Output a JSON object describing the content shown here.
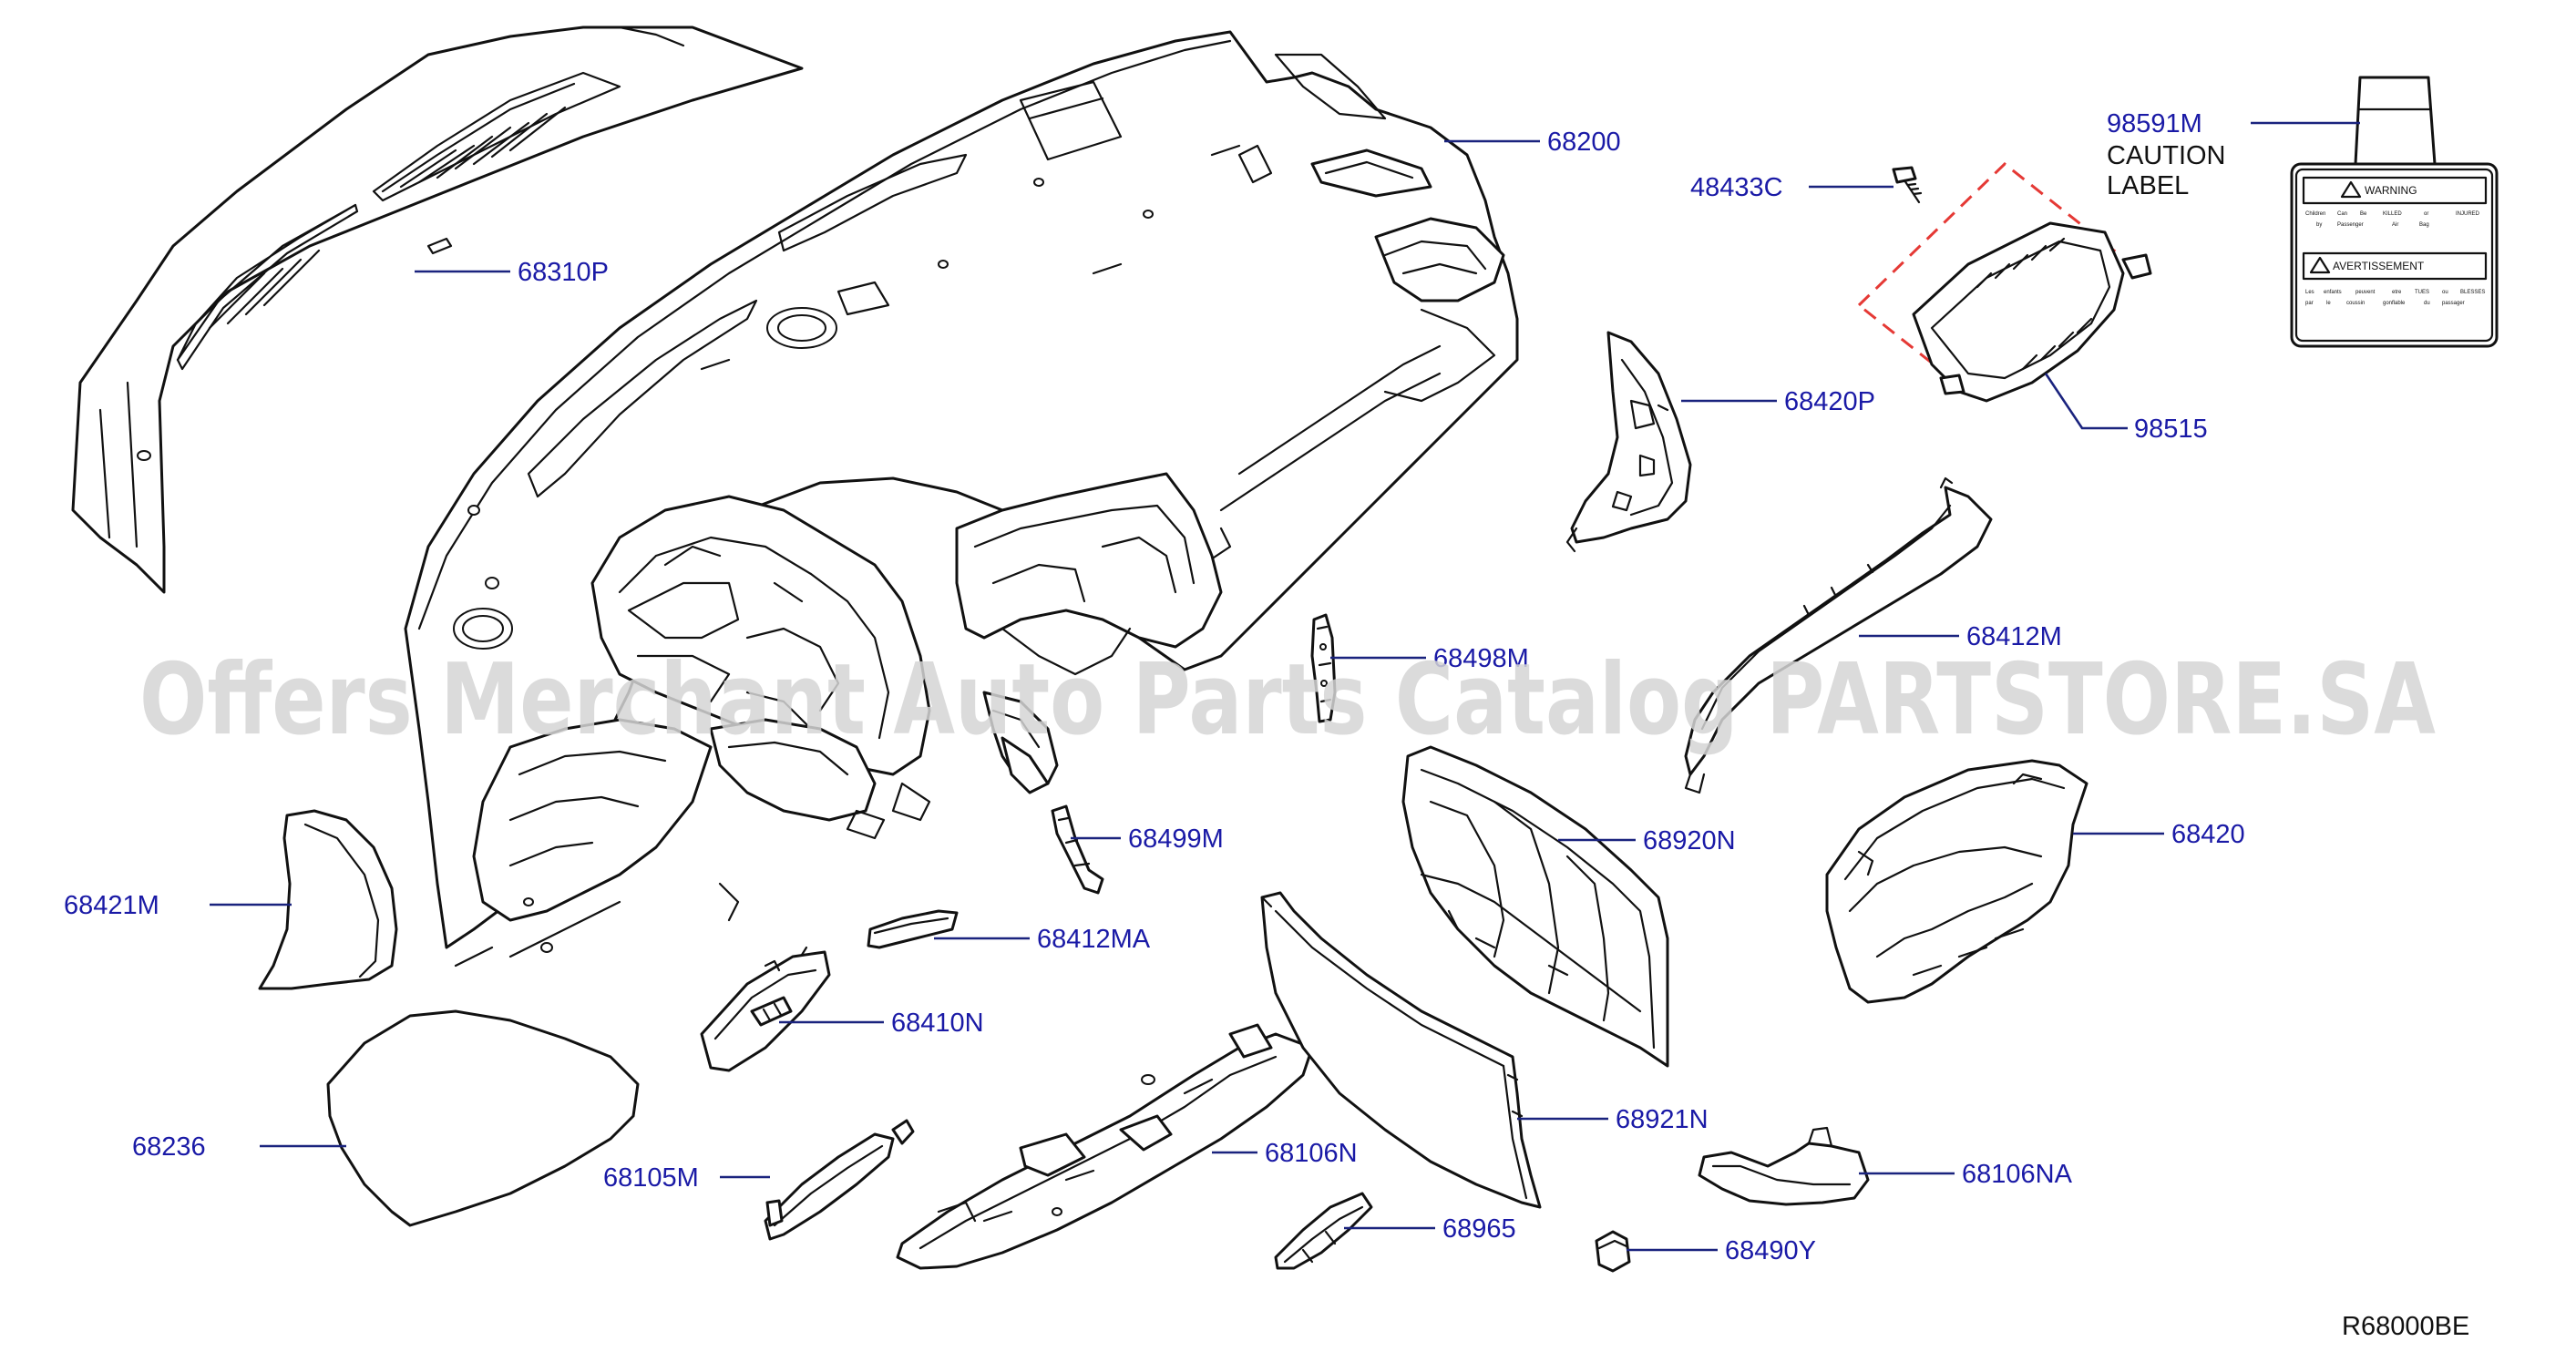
{
  "diagram": {
    "drawing_code": "R68000BE",
    "watermark": "Offers Merchant Auto Parts Catalog PARTSTORE.SA",
    "callout_color": "#1a1aa6",
    "airbag_outline_color": "#e53935",
    "caution_label": {
      "part_number": "98591M",
      "line1": "CAUTION",
      "line2": "LABEL",
      "warning_title": "WARNING",
      "warning_row1": [
        "Children",
        "Can",
        "Be",
        "KILLED",
        "or",
        "INJURED"
      ],
      "warning_row2": [
        "by",
        "Passenger",
        "Air",
        "Bag"
      ],
      "avert_title": "AVERTISSEMENT",
      "avert_row1": [
        "Les",
        "enfants",
        "peuvent",
        "etre",
        "TUES",
        "ou",
        "BLESSES"
      ],
      "avert_row2": [
        "par",
        "le",
        "coussin",
        "gonflable",
        "du",
        "passager"
      ]
    },
    "callouts": [
      {
        "id": "68310P"
      },
      {
        "id": "68200"
      },
      {
        "id": "48433C"
      },
      {
        "id": "98515"
      },
      {
        "id": "68420P"
      },
      {
        "id": "68498M"
      },
      {
        "id": "68412M"
      },
      {
        "id": "68499M"
      },
      {
        "id": "68920N"
      },
      {
        "id": "68420"
      },
      {
        "id": "68421M"
      },
      {
        "id": "68412MA"
      },
      {
        "id": "68410N"
      },
      {
        "id": "68236"
      },
      {
        "id": "68106N"
      },
      {
        "id": "68921N"
      },
      {
        "id": "68105M"
      },
      {
        "id": "68106NA"
      },
      {
        "id": "68965"
      },
      {
        "id": "68490Y"
      }
    ]
  }
}
